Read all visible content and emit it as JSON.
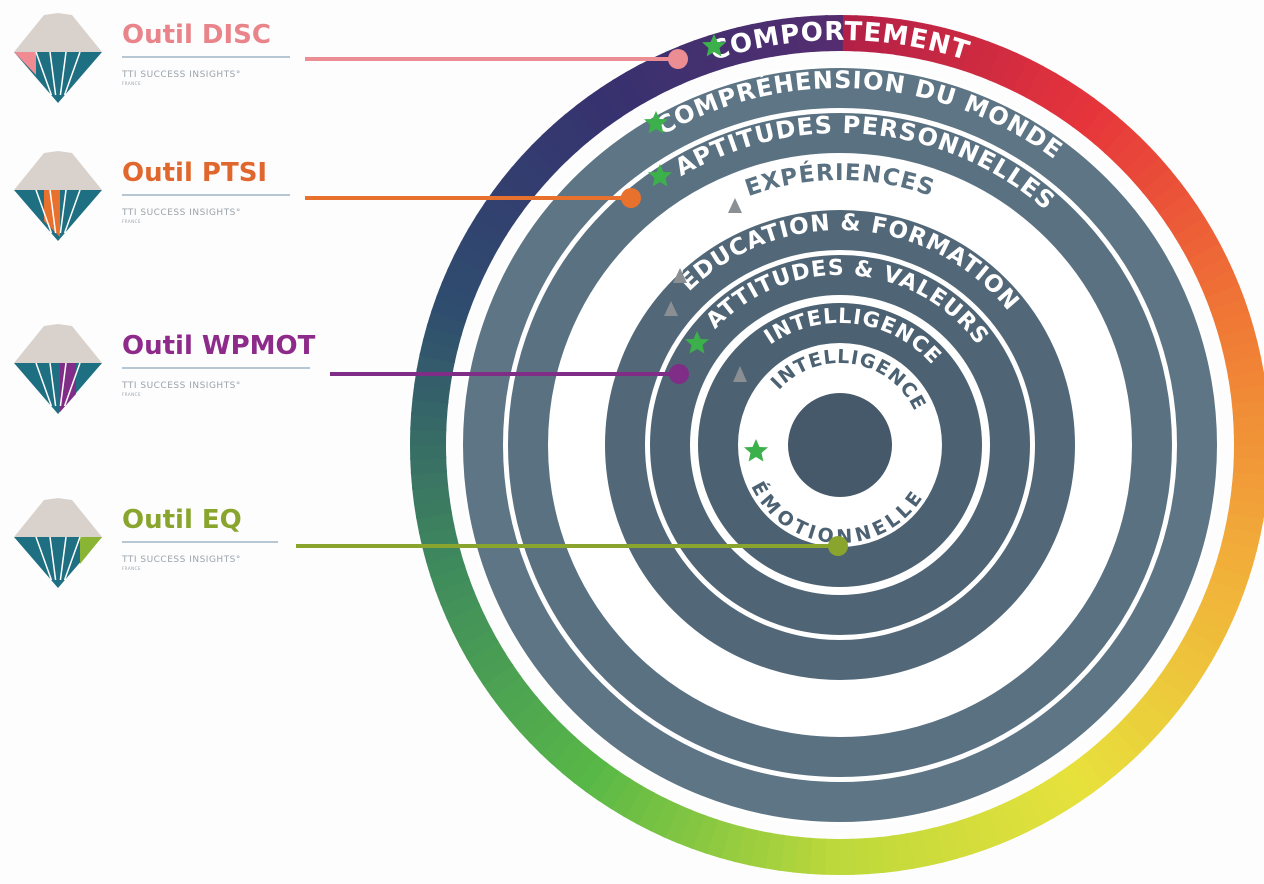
{
  "tools": [
    {
      "title": "Outil DISC",
      "brand": "TTI SUCCESS INSIGHTS°",
      "country": "FRANCE",
      "color": "#e8848a",
      "panel_color": "#f08b93",
      "marker": "ring_comportement"
    },
    {
      "title": "Outil PTSI",
      "brand": "TTI SUCCESS INSIGHTS°",
      "country": "FRANCE",
      "color": "#e0682e",
      "panel_color": "#e9712e",
      "marker": "ring_aptitudes"
    },
    {
      "title": "Outil WPMOT",
      "brand": "TTI SUCCESS INSIGHTS°",
      "country": "FRANCE",
      "color": "#8e2b8a",
      "panel_color": "#7f2d86",
      "marker": "ring_attitudes"
    },
    {
      "title": "Outil EQ",
      "brand": "TTI SUCCESS INSIGHTS°",
      "country": "FRANCE",
      "color": "#8aa52d",
      "panel_color": "#8ab534",
      "marker": "ring_eq"
    }
  ],
  "rings": {
    "comportement": "COMPORTEMENT",
    "comprehension": "COMPRÉHENSION DU MONDE",
    "aptitudes": "APTITUDES PERSONNELLES",
    "experiences": "EXPÉRIENCES",
    "education": "ÉDUCATION & FORMATION",
    "attitudes": "ATTITUDES & VALEURS",
    "intelligence": "INTELLIGENCE",
    "intelligence_inner": "INTELLIGENCE",
    "emotionnelle": "ÉMOTIONNELLE"
  },
  "colors": {
    "ring_slate": "#5a7180",
    "ring_slate_dark": "#4d6272",
    "star_green": "#3cb04a",
    "triangle_gray": "#8a8f94",
    "gradient": [
      "#b32047",
      "#e6343b",
      "#f07a35",
      "#f1b23a",
      "#e7e13c",
      "#bcd83b",
      "#58b847",
      "#3f8a5d",
      "#2f4d6f",
      "#36326f",
      "#552d70"
    ]
  },
  "icons": {
    "star": "star-icon",
    "triangle": "triangle-icon",
    "logo": "tti-diamond-logo"
  }
}
